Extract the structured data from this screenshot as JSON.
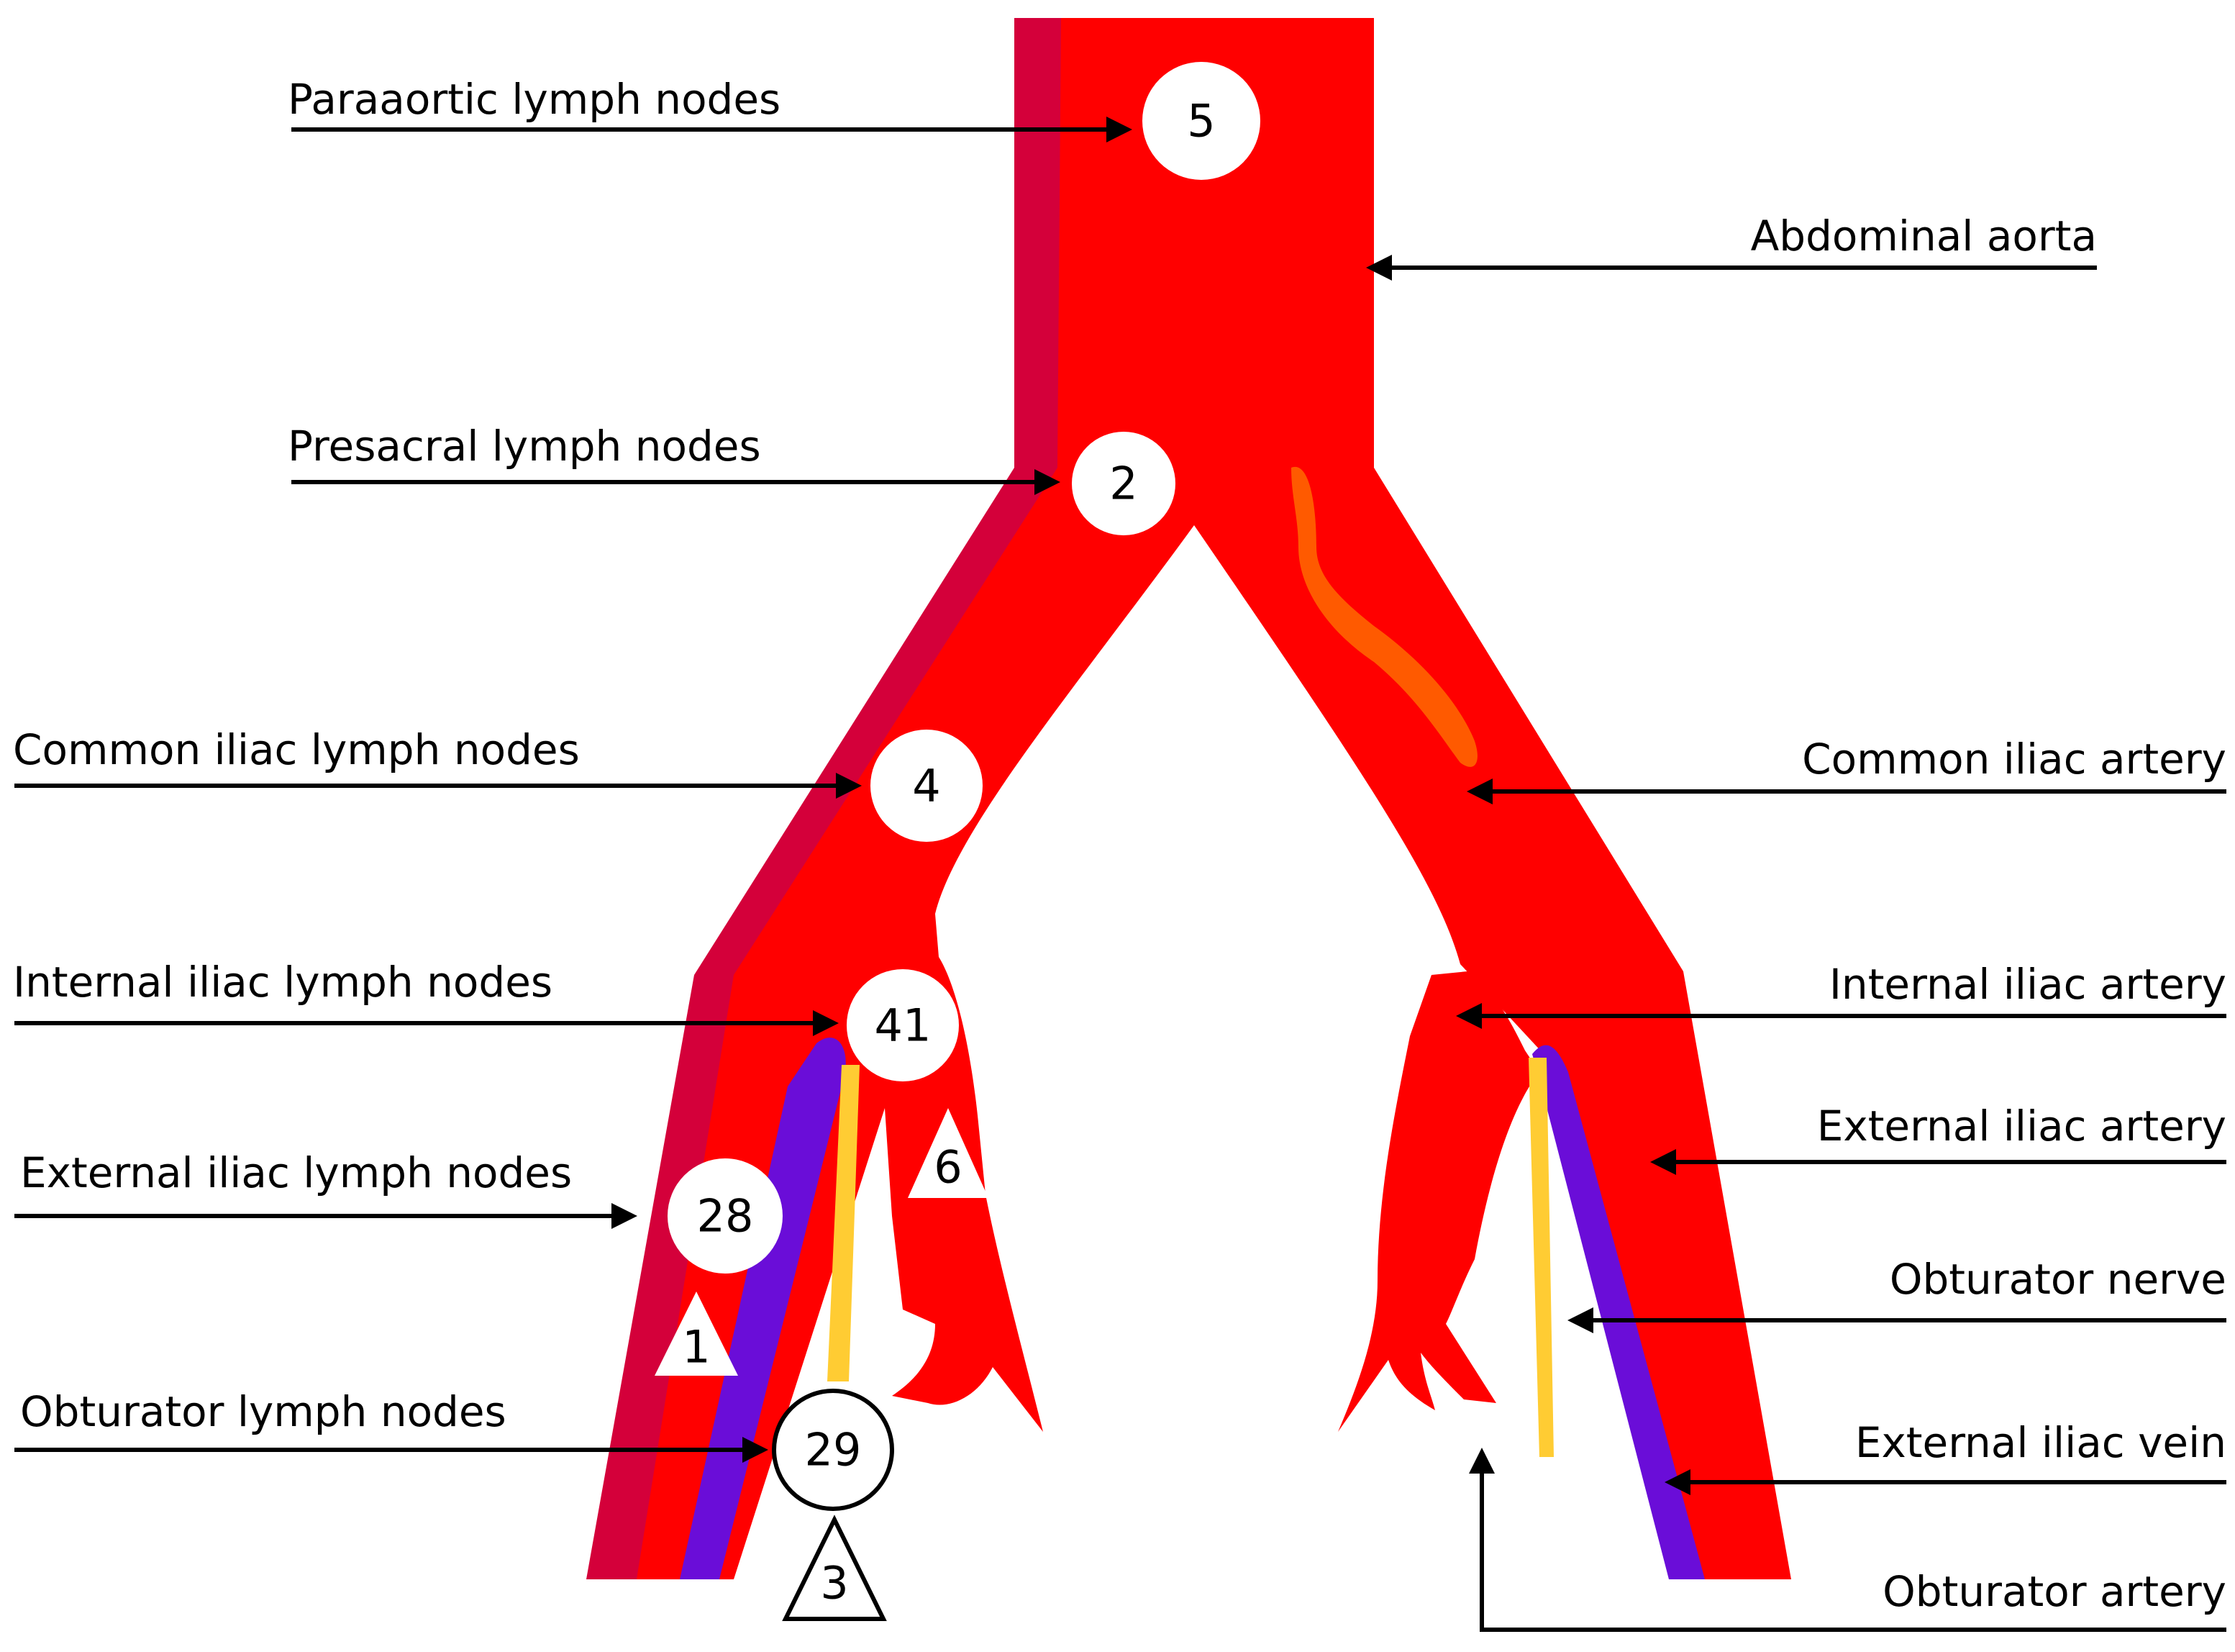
{
  "colors": {
    "artery": "#ff0000",
    "vein": "#6a0dd8",
    "nerve": "#ffcc33",
    "dark_vessel": "#d4003a",
    "ureter": "#ff5a00",
    "node_fill": "#ffffff",
    "leader": "#000000"
  },
  "labels_left": {
    "paraaortic": "Paraaortic lymph nodes",
    "presacral": "Presacral lymph nodes",
    "common_iliac_nodes": "Common iliac lymph nodes",
    "internal_iliac_nodes": "Internal iliac lymph nodes",
    "external_iliac_nodes": "External iliac lymph nodes",
    "obturator_nodes": "Obturator lymph nodes"
  },
  "labels_right": {
    "abdominal_aorta": "Abdominal aorta",
    "common_iliac_artery": "Common iliac artery",
    "internal_iliac_artery": "Internal iliac artery",
    "external_iliac_artery": "External iliac artery",
    "obturator_nerve": "Obturator nerve",
    "external_iliac_vein": "External iliac vein",
    "obturator_artery": "Obturator artery"
  },
  "node_counts": {
    "paraaortic": "5",
    "presacral": "2",
    "common_iliac": "4",
    "internal_iliac": "41",
    "internal_iliac_triangle": "6",
    "external_iliac": "28",
    "external_iliac_triangle": "1",
    "obturator": "29",
    "obturator_triangle": "3"
  }
}
